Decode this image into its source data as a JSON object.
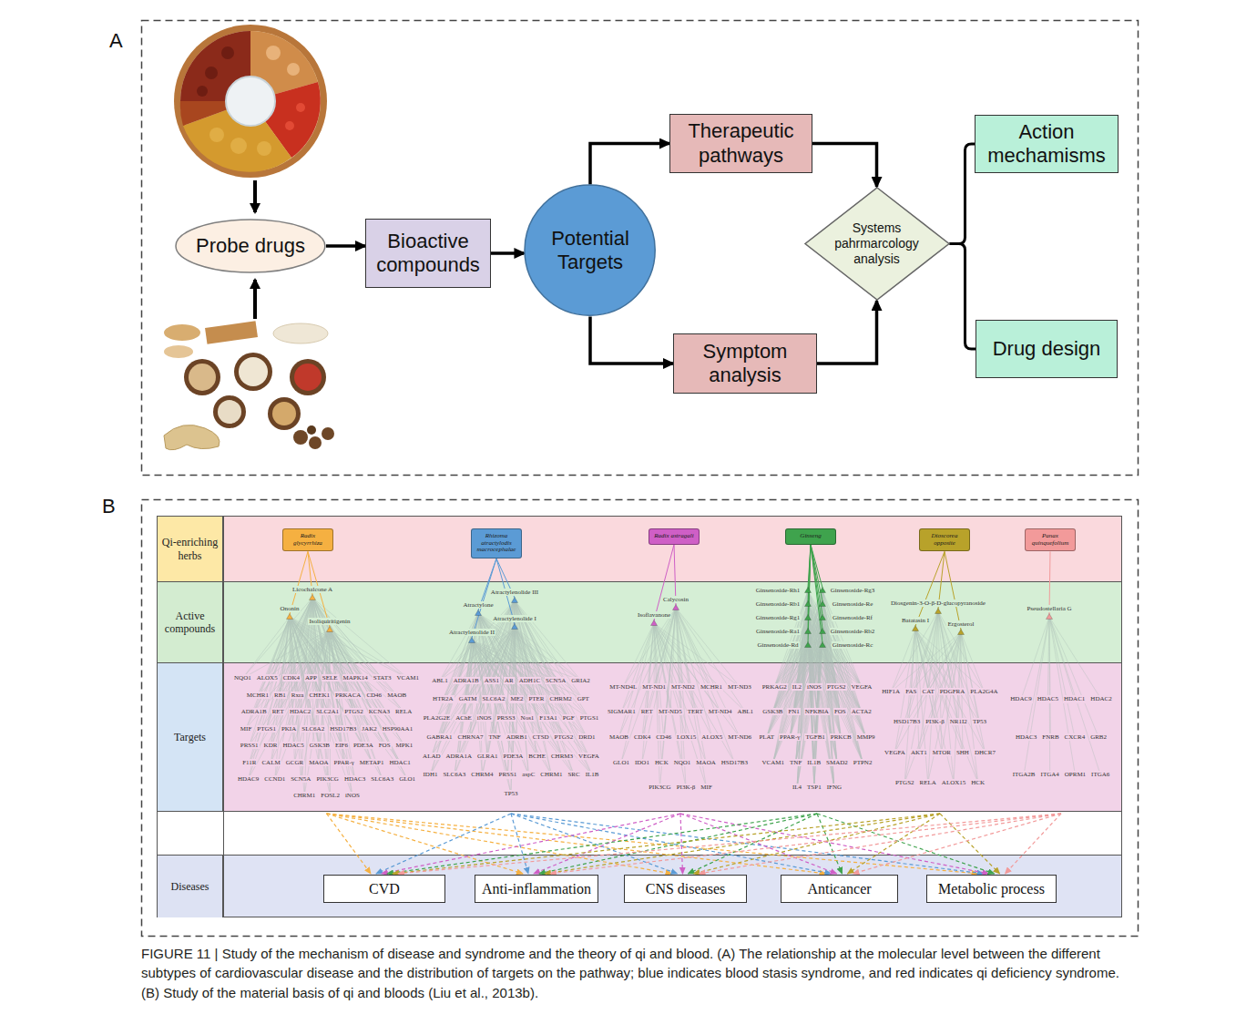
{
  "diagram": {
    "caption": "FIGURE 11 | Study of the mechanism of disease and syndrome and the theory of qi and blood. (A) The relationship at the molecular level between the different subtypes of cardiovascular disease and the distribution of targets on the pathway; blue indicates blood stasis syndrome, and red indicates qi deficiency syndrome. (B) Study of the material basis of qi and bloods (Liu et al., 2013b).",
    "nodes": [
      {
        "text": [
          "Probe drugs"
        ]
      },
      {
        "text": [
          "Bioactive compounds"
        ]
      },
      {
        "text": [
          "Potential Targets"
        ]
      },
      {
        "text": [
          "Therapeutic pathways"
        ]
      },
      {
        "text": [
          "Symptom analysis"
        ]
      },
      {
        "text": [
          "Systems pahrmarcology analysis"
        ]
      },
      {
        "text": [
          "Action mechamisms"
        ]
      },
      {
        "text": [
          "Drug design"
        ]
      },
      {
        "text": [
          "Qi-enriching herbs"
        ]
      },
      {
        "text": [
          "Radix glycyrrhiza"
        ],
        "in": 8
      },
      {
        "text": [
          "Rhizoma atractylodis macrocephalae"
        ],
        "in": 8
      },
      {
        "text": [
          "Radix astragali"
        ],
        "in": 8
      },
      {
        "text": [
          "Ginseng"
        ],
        "in": 8
      },
      {
        "text": [
          "Dioscorea opposite"
        ],
        "in": 8
      },
      {
        "text": [
          "Panax quinquefolium"
        ],
        "in": 8
      },
      {
        "text": [
          "Active compounds"
        ]
      },
      {
        "text": [
          "Targets"
        ]
      },
      {
        "text": [
          "Diseases"
        ]
      },
      {
        "text": [
          "CVD"
        ],
        "in": 17
      },
      {
        "text": [
          "Anti-inflammation"
        ],
        "in": 17
      },
      {
        "text": [
          "CNS diseases"
        ],
        "in": 17
      },
      {
        "text": [
          "Anticancer"
        ],
        "in": 17
      },
      {
        "text": [
          "Metabolic process"
        ],
        "in": 17
      }
    ],
    "edges": [
      {
        "from": 0,
        "to": 1,
        "arrow": "to"
      },
      {
        "from": 1,
        "to": 2,
        "arrow": "to"
      },
      {
        "from": 2,
        "to": 3,
        "arrow": "to"
      },
      {
        "from": 2,
        "to": 4,
        "arrow": "to"
      },
      {
        "from": 3,
        "to": 5,
        "arrow": "to"
      },
      {
        "from": 4,
        "to": 5,
        "arrow": "to"
      },
      {
        "from": 5,
        "to": 6,
        "arrow": "none"
      },
      {
        "from": 5,
        "to": 7,
        "arrow": "none"
      }
    ],
    "labels": [
      "A",
      "B",
      "Licochalcone A",
      "Ononin",
      "Isoliquiritigenin",
      "Atractylenolide III",
      "Atractylone",
      "Atractylenolide I",
      "Atractylenolide II",
      "Calycosin",
      "Isoflavanone",
      "Ginsenoside-Rh1",
      "Ginsenoside-Rg3",
      "Ginsenoside-Rb1",
      "Ginsenoside-Re",
      "Ginsenoside-Rg1",
      "Ginsenoside-Rf",
      "Ginsenoside-Ra1",
      "Ginsenoside-Rb2",
      "Ginsenoside-Rd",
      "Ginsenoside-Rc",
      "Diosgenin-3-O-β-D-glucopyranoside",
      "Batatasin I",
      "Ergosterol",
      "Pseudostellaria G",
      "NQO1",
      "ALOX5",
      "CDK4",
      "APP",
      "SELE",
      "MAPK14",
      "STAT3",
      "VCAM1",
      "MCHR1",
      "RB1",
      "Rxra",
      "CHEK1",
      "PRKACA",
      "CD46",
      "MAOB",
      "ADRA1B",
      "RET",
      "HDAC2",
      "SLC2A1",
      "PTGS2",
      "KCNA3",
      "RELA",
      "MIF",
      "PTGS1",
      "PKIA",
      "SLC6A2",
      "HSD17B3",
      "JAK2",
      "HSP90AA1",
      "PRSS1",
      "KDR",
      "HDAC5",
      "GSK3B",
      "EIF6",
      "PDE3A",
      "FOS",
      "MPK1",
      "F11R",
      "CALM",
      "GCGR",
      "MAOA",
      "PPAR-γ",
      "METAP1",
      "HDAC1",
      "HDAC9",
      "CCND1",
      "SCN5A",
      "PIK3CG",
      "HDAC3",
      "SLC6A3",
      "GLO1",
      "CHRM1",
      "FOSL2",
      "iNOS",
      "ABL1",
      "ADRA1B",
      "ASS1",
      "AR",
      "ADH1C",
      "SCN5A",
      "GRIA2",
      "HTR2A",
      "GATM",
      "SLC6A2",
      "ME2",
      "PTER",
      "CHRM2",
      "GPT",
      "PLA2G2E",
      "AChE",
      "iNOS",
      "PRSS3",
      "Nos1",
      "F13A1",
      "PGF",
      "PTGS1",
      "GABRA1",
      "CHRNA7",
      "TNF",
      "ADRB1",
      "CTSD",
      "PTGS2",
      "DRD1",
      "ALAD",
      "ADRA1A",
      "GLRA1",
      "PDE3A",
      "BCHE",
      "CHRM3",
      "VEGFA",
      "IDH1",
      "SLC6A3",
      "CHRM4",
      "PRSS1",
      "aspC",
      "CHRM1",
      "SRC",
      "IL1B",
      "TP53",
      "MT-ND4L",
      "MT-ND1",
      "MT-ND2",
      "MCHR1",
      "MT-ND3",
      "SIGMAR1",
      "RET",
      "MT-ND5",
      "TERT",
      "MT-ND4",
      "ABL1",
      "MAOB",
      "CDK4",
      "CD46",
      "LOX15",
      "ALOX5",
      "MT-ND6",
      "GLO1",
      "IDO1",
      "HCK",
      "NQO1",
      "MAOA",
      "HSD17B3",
      "PIK3CG",
      "PI3K-β",
      "MIF",
      "PRKAG2",
      "IL2",
      "iNOS",
      "PTGS2",
      "VEGFA",
      "GSK3B",
      "FN1",
      "NFKBIA",
      "FOS",
      "ACTA2",
      "PLAT",
      "PPAR-γ",
      "TGFB1",
      "PRKCB",
      "MMP9",
      "VCAM1",
      "TNF",
      "IL1B",
      "SMAD2",
      "PTPN2",
      "IL4",
      "TSP1",
      "IFNG",
      "HIF1A",
      "FAS",
      "CAT",
      "PDGFRA",
      "PLA2G4A",
      "HSD17B3",
      "PI3K-β",
      "NR1I2",
      "TP53",
      "VEGFA",
      "AKT1",
      "MTOR",
      "SHH",
      "DHCR7",
      "PTGS2",
      "RELA",
      "ALOX15",
      "HCK",
      "HDAC9",
      "HDAC5",
      "HDAC1",
      "HDAC2",
      "HDAC3",
      "FNRB",
      "CXCR4",
      "GRB2",
      "ITGA2B",
      "ITGA4",
      "OPRM1",
      "ITGA6"
    ]
  }
}
